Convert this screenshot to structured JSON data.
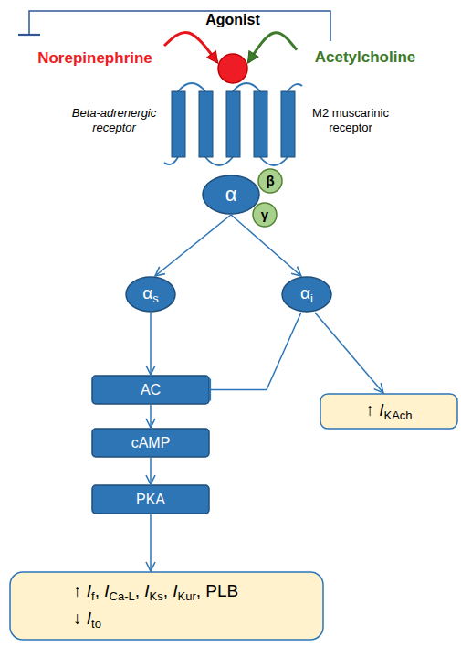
{
  "diagram": {
    "nodes": [
      {
        "text": [
          "Agonist"
        ]
      },
      {
        "text": [
          "Norepinephrine"
        ]
      },
      {
        "text": [
          "Acetylcholine"
        ]
      },
      {
        "text": [
          "Beta-adrenergic receptor",
          "M2 muscarinic receptor"
        ]
      },
      {
        "text": [
          "α"
        ]
      },
      {
        "text": [
          "β"
        ]
      },
      {
        "text": [
          "γ"
        ]
      },
      {
        "text": [
          "αs"
        ]
      },
      {
        "text": [
          "αi"
        ]
      },
      {
        "text": [
          "AC"
        ]
      },
      {
        "text": [
          "↑ IKAch"
        ]
      },
      {
        "text": [
          "cAMP"
        ]
      },
      {
        "text": [
          "PKA"
        ]
      },
      {
        "text": [
          "↑ If, ICa-L, IKs, IKur, PLB",
          "↓ Ito"
        ]
      }
    ],
    "edges": [
      {
        "from": 1,
        "to": 0,
        "arrow": "to"
      },
      {
        "from": 2,
        "to": 0,
        "arrow": "to"
      },
      {
        "from": 2,
        "to": 1,
        "arrow": "to"
      },
      {
        "from": 4,
        "to": 7,
        "arrow": "to"
      },
      {
        "from": 4,
        "to": 8,
        "arrow": "to"
      },
      {
        "from": 7,
        "to": 9,
        "arrow": "to"
      },
      {
        "from": 8,
        "to": 9,
        "arrow": "to"
      },
      {
        "from": 8,
        "to": 10,
        "arrow": "to"
      },
      {
        "from": 9,
        "to": 11,
        "arrow": "to"
      },
      {
        "from": 11,
        "to": 12,
        "arrow": "to"
      },
      {
        "from": 12,
        "to": 13,
        "arrow": "to"
      }
    ]
  }
}
